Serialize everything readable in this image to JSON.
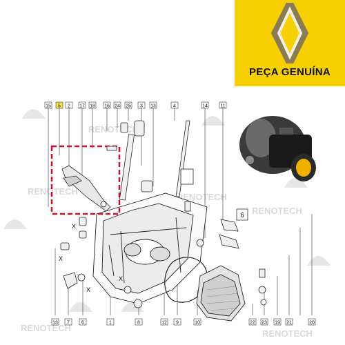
{
  "brand": {
    "label": "PEÇA GENUÍNA",
    "logo_icon": "renault-diamond-logo",
    "panel_color": "#f7d000"
  },
  "watermark": {
    "text": "RENOTECH"
  },
  "diagram": {
    "highlight_color": "#d0102a",
    "callouts_top": [
      "15",
      "5",
      "2",
      "17",
      "18",
      "16",
      "24",
      "25",
      "3",
      "13",
      "4",
      "14",
      "11"
    ],
    "callouts_bottom": [
      "13",
      "7",
      "6",
      "1",
      "8",
      "12",
      "9",
      "10",
      "22",
      "23",
      "19",
      "21",
      "20"
    ],
    "side_tag": "6",
    "cross_marks": [
      "X",
      "X",
      "X",
      "X"
    ]
  }
}
